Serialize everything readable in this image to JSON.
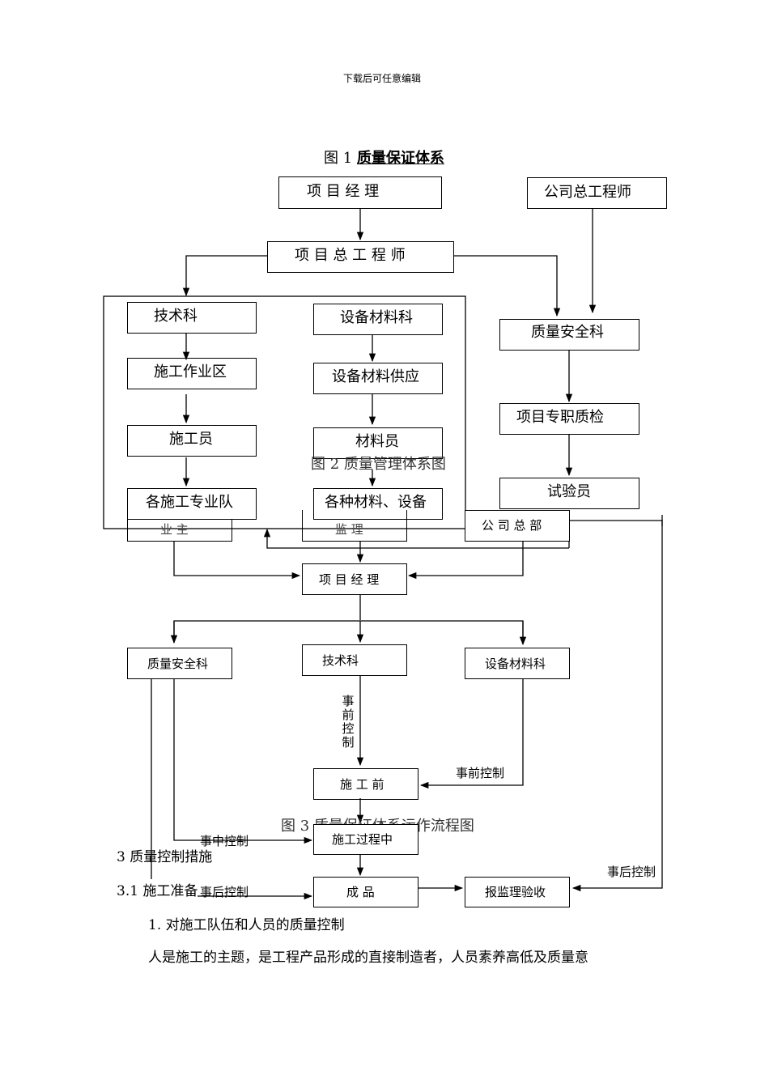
{
  "header": {
    "note": "下载后可任意编辑"
  },
  "fig1": {
    "title_prefix": "图 1 ",
    "title_main": "质量保证体系",
    "project_manager": "项  目  经  理",
    "company_chief": "公司总工程师",
    "chief_engineer": "项 目 总 工 程 师",
    "tech_dept": "技术科",
    "material_dept": "设备材料科",
    "quality_dept": "质量安全科",
    "work_zone": "施工作业区",
    "material_supply": "设备材料供应",
    "quality_inspector": "项目专职质检",
    "constructor": "施工员",
    "material_clerk": "材料员",
    "tester": "试验员",
    "teams": "各施工专业队",
    "materials": "各种材料、设备"
  },
  "fig2": {
    "title": "图 2  质量管理体系图"
  },
  "fig3": {
    "owner": "业  主",
    "supervisor": "监  理",
    "hq": "公 司 总 部",
    "project_manager": "项 目 经 理",
    "quality_dept": "质量安全科",
    "tech_dept": "技术科",
    "material_dept": "设备材料科",
    "pre_control_vertical": "事前控制",
    "pre_control": "事前控制",
    "before_construction": "施 工 前",
    "title": "图 3  质量保证体系运作流程图",
    "in_control": "事中控制",
    "during_construction": "施工过程中",
    "post_control_left": "事后控制",
    "product": "成    品",
    "acceptance": "报监理验收",
    "post_control_right": "事后控制"
  },
  "text": {
    "section3": "3 质量控制措施",
    "section31": "3.1 施工准备",
    "item1": "1. 对施工队伍和人员的质量控制",
    "para1": "人是施工的主题，是工程产品形成的直接制造者，人员素养高低及质量意"
  }
}
